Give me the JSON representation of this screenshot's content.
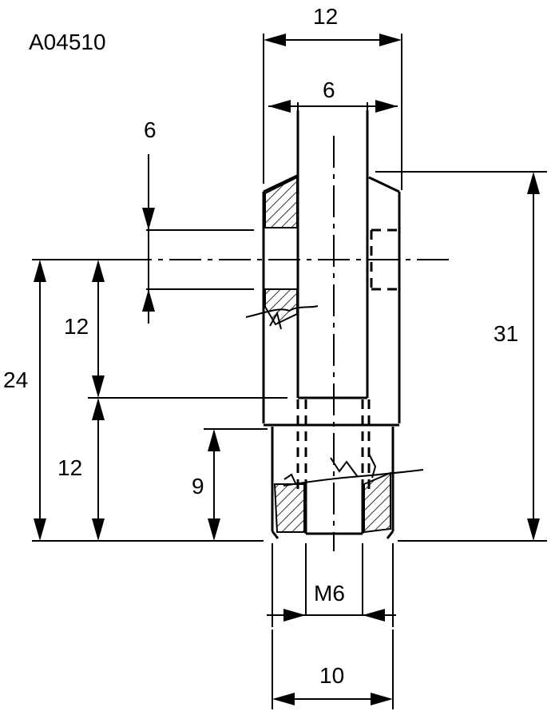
{
  "part_code": "A04510",
  "dimensions": {
    "overall_width": "12",
    "slot_width": "6",
    "pin_hole": "6",
    "center_to_slot": "12",
    "center_to_bottom": "12",
    "total_to_center": "24",
    "overall_height": "31",
    "thread_depth": "9",
    "thread": "M6",
    "shank_diameter": "10"
  }
}
